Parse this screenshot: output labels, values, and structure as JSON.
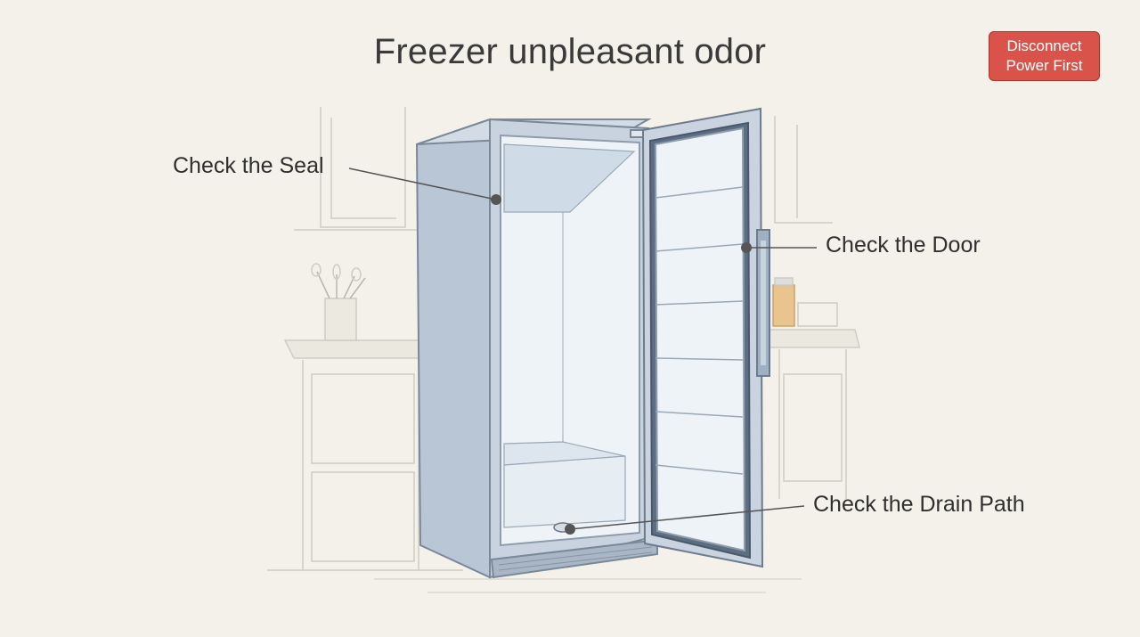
{
  "title": "Freezer unpleasant odor",
  "warning": {
    "line1": "Disconnect",
    "line2": "Power First",
    "color": "#d9534a"
  },
  "callouts": {
    "seal": "Check the Seal",
    "door": "Check the Door",
    "drain": "Check the Drain Path"
  },
  "colors": {
    "background": "#f3f1ea",
    "appliance": "#b9c6d6",
    "interior": "#e4ecf4",
    "line": "#555555"
  }
}
